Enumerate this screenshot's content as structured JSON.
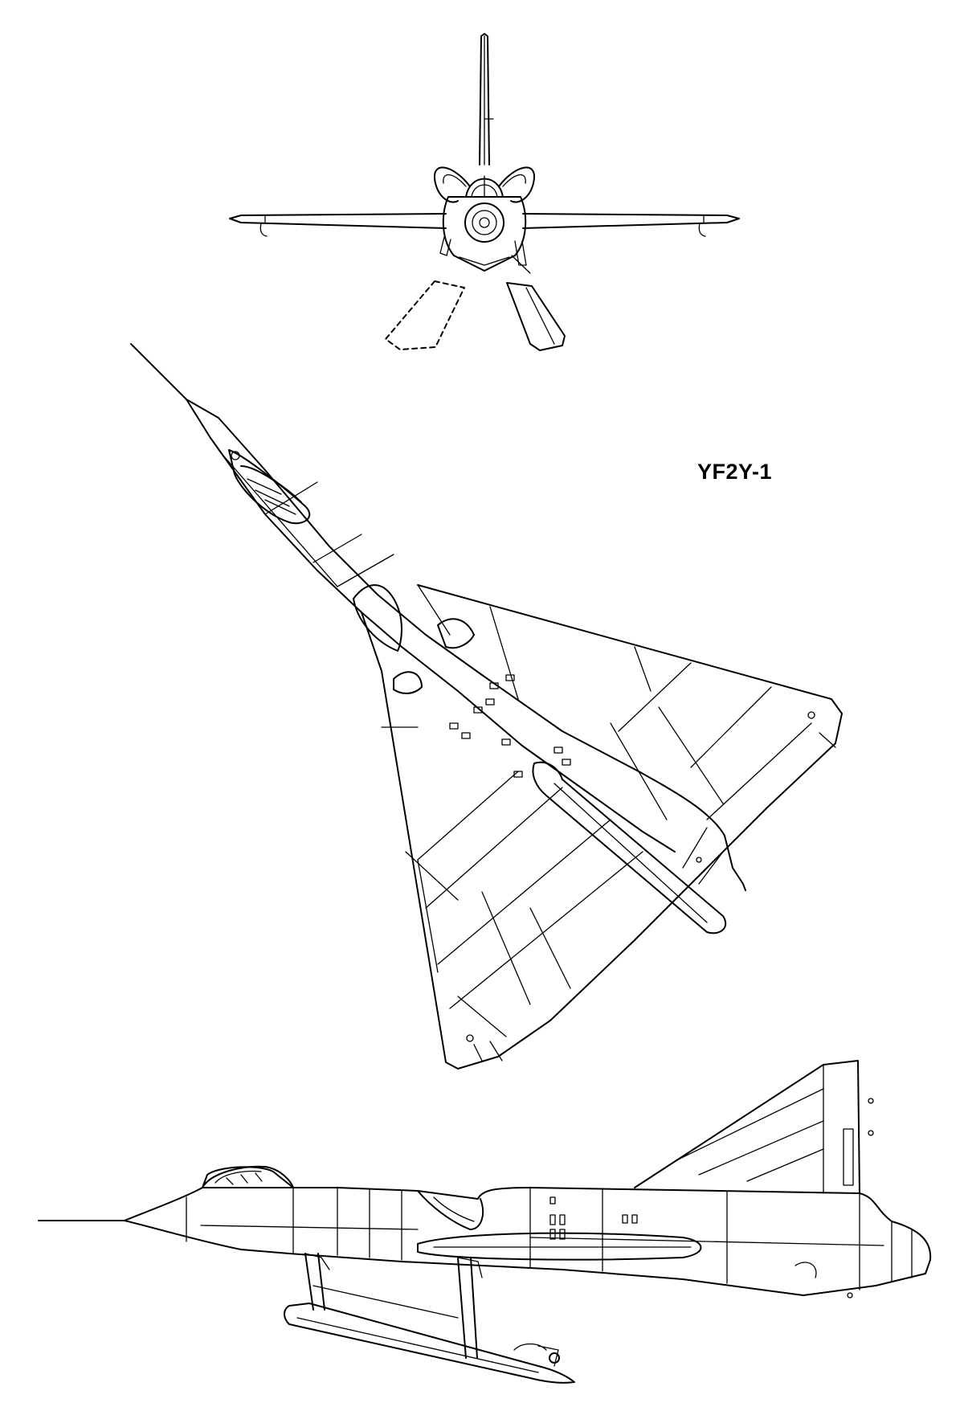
{
  "designation": "YF2Y-1",
  "views": [
    {
      "id": "front",
      "icon": "front-view-drawing"
    },
    {
      "id": "top",
      "icon": "top-view-drawing"
    },
    {
      "id": "side",
      "icon": "side-view-drawing"
    }
  ],
  "colors": {
    "ink": "#000000",
    "paper": "#ffffff"
  }
}
